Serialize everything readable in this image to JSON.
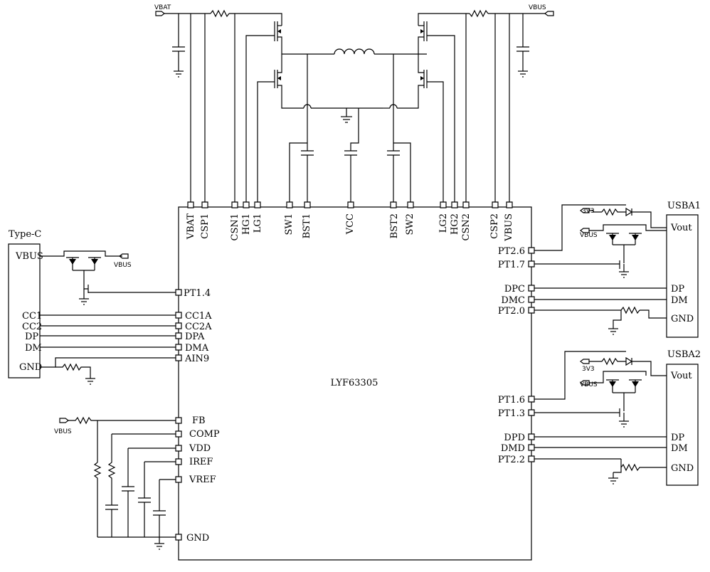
{
  "chip": {
    "name": "LYF63305"
  },
  "top_pins_left": [
    "VBAT",
    "CSP1",
    "CSN1",
    "HG1",
    "LG1",
    "SW1",
    "BST1",
    "VCC"
  ],
  "top_pins_right": [
    "BST2",
    "SW2",
    "LG2",
    "HG2",
    "CSN2",
    "CSP2",
    "VBUS"
  ],
  "left_pins": [
    "PT1.4",
    "CC1A",
    "CC2A",
    "DPA",
    "DMA",
    "AIN9"
  ],
  "left_lower_pins": [
    "FB",
    "COMP",
    "VDD",
    "IREF",
    "VREF",
    "GND"
  ],
  "right_pins_a": [
    "PT2.6",
    "PT1.7",
    "DPC",
    "DMC",
    "PT2.0"
  ],
  "right_pins_b": [
    "PT1.6",
    "PT1.3",
    "DPD",
    "DMD",
    "PT2.2"
  ],
  "power_labels": {
    "vbat": "VBAT",
    "vbus": "VBUS",
    "v3v3": "3V3"
  },
  "type_c": {
    "title": "Type-C",
    "pins": [
      "VBUS",
      "CC1",
      "CC2",
      "DP",
      "DM",
      "GND"
    ]
  },
  "usba1": {
    "title": "USBA1",
    "pins": [
      "Vout",
      "DP",
      "DM",
      "GND"
    ]
  },
  "usba2": {
    "title": "USBA2",
    "pins": [
      "Vout",
      "DP",
      "DM",
      "GND"
    ]
  }
}
